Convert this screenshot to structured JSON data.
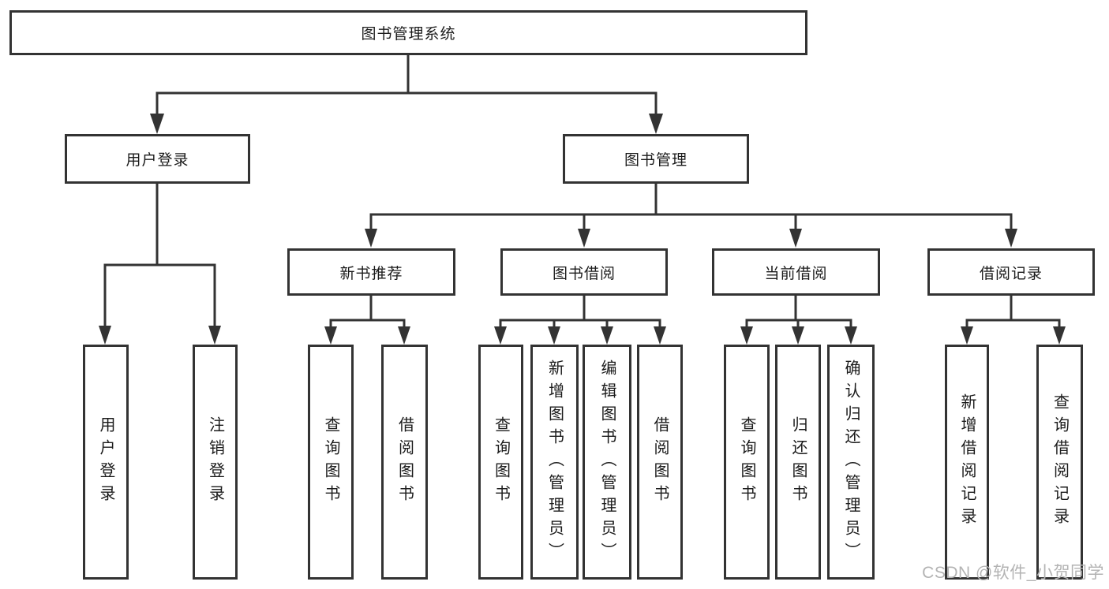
{
  "diagram": {
    "root": {
      "label": "图书管理系统"
    },
    "children": [
      {
        "label": "用户登录",
        "children": [
          {
            "label": "用户登录"
          },
          {
            "label": "注销登录"
          }
        ]
      },
      {
        "label": "图书管理",
        "children": [
          {
            "label": "新书推荐",
            "children": [
              {
                "label": "查询图书"
              },
              {
                "label": "借阅图书"
              }
            ]
          },
          {
            "label": "图书借阅",
            "children": [
              {
                "label": "查询图书"
              },
              {
                "label": "新增图书（管理员）"
              },
              {
                "label": "编辑图书（管理员）"
              },
              {
                "label": "借阅图书"
              }
            ]
          },
          {
            "label": "当前借阅",
            "children": [
              {
                "label": "查询图书"
              },
              {
                "label": "归还图书"
              },
              {
                "label": "确认归还（管理员）"
              }
            ]
          },
          {
            "label": "借阅记录",
            "children": [
              {
                "label": "新增借阅记录"
              },
              {
                "label": "查询借阅记录"
              }
            ]
          }
        ]
      }
    ]
  },
  "watermark": "CSDN @软件_小贺同学",
  "colors": {
    "line": "#333333",
    "text": "#1b1b1b",
    "watermark": "#b3b3b3",
    "background": "#ffffff"
  }
}
